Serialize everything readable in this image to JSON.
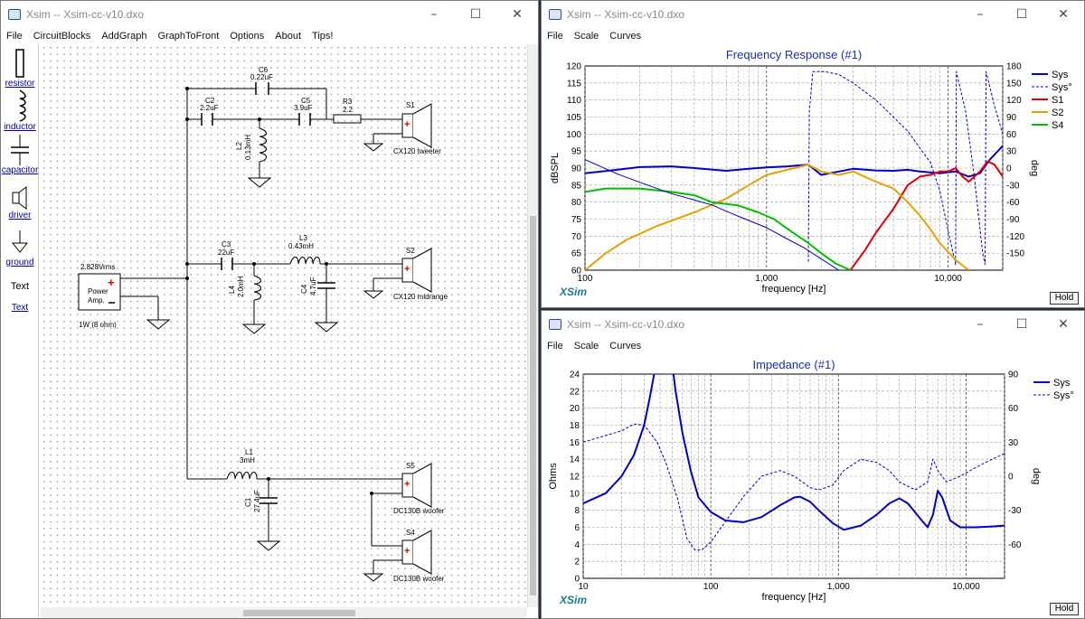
{
  "schematic_window": {
    "title": "Xsim -- Xsim-cc-v10.dxo",
    "menu": [
      "File",
      "CircuitBlocks",
      "AddGraph",
      "GraphToFront",
      "Options",
      "About",
      "Tips!"
    ],
    "palette": {
      "resistor": "resistor",
      "inductor": "inductor",
      "capacitor": "capacitor",
      "driver": "driver",
      "ground": "ground",
      "text_sample": "Text",
      "text": "Text"
    },
    "amp": {
      "voltage": "2.828Vrms",
      "name1": "Power",
      "name2": "Amp.",
      "load": "1W (8 ohm)"
    },
    "components": {
      "C6": "C6",
      "C6_val": "0.22uF",
      "C2": "C2",
      "C2_val": "2.2uF",
      "C5": "C5",
      "C5_val": "3.9uF",
      "R3": "R3",
      "R3_val": "2.2",
      "L2": "L2",
      "L2_val": "0.13mH",
      "C3": "C3",
      "C3_val": "22uF",
      "L3": "L3",
      "L3_val": "0.43mH",
      "L4": "L4",
      "L4_val": "2.0mH",
      "C4": "C4",
      "C4_val": "4.7uF",
      "L1": "L1",
      "L1_val": "3mH",
      "C1": "C1",
      "C1_val": "27.4uF"
    },
    "drivers": {
      "S1": "S1",
      "S1_name": "CX120 tweeter",
      "S2": "S2",
      "S2_name": "CX120 midrange",
      "S5": "S5",
      "S5_name": "DC130B woofer",
      "S4": "S4",
      "S4_name": "DC130B woofer"
    }
  },
  "freq_window": {
    "title": "Xsim -- Xsim-cc-v10.dxo",
    "menu": [
      "File",
      "Scale",
      "Curves"
    ],
    "hold": "Hold",
    "watermark": "XSim",
    "chart_data": {
      "type": "line",
      "title": "Frequency Response (#1)",
      "xlabel": "frequency [Hz]",
      "ylabel": "dBSPL",
      "y2label": "deg",
      "xscale": "log",
      "xlim": [
        100,
        20000
      ],
      "ylim": [
        60,
        120
      ],
      "y2lim": [
        -180,
        180
      ],
      "xticks": [
        {
          "v": 100,
          "label": "100"
        },
        {
          "v": 1000,
          "label": "1,000"
        },
        {
          "v": 10000,
          "label": "10,000"
        }
      ],
      "yticks": [
        "60",
        "65",
        "70",
        "75",
        "80",
        "85",
        "90",
        "95",
        "100",
        "105",
        "110",
        "115",
        "120"
      ],
      "y2ticks": [
        "-150",
        "-120",
        "-90",
        "-60",
        "-30",
        "0",
        "30",
        "60",
        "90",
        "120",
        "150",
        "180"
      ],
      "legend_position": "right",
      "series": [
        {
          "name": "Sys",
          "color": "#0000c8",
          "axis": "left",
          "style": "solid",
          "width": 2,
          "points": [
            [
              100,
              88.5
            ],
            [
              150,
              89.5
            ],
            [
              200,
              90.3
            ],
            [
              300,
              90.5
            ],
            [
              400,
              90
            ],
            [
              600,
              89.2
            ],
            [
              800,
              89.8
            ],
            [
              1000,
              90.2
            ],
            [
              1300,
              90.5
            ],
            [
              1700,
              91
            ],
            [
              2000,
              88
            ],
            [
              2500,
              89
            ],
            [
              3000,
              89.8
            ],
            [
              4000,
              89.3
            ],
            [
              5000,
              89.2
            ],
            [
              6000,
              89.5
            ],
            [
              7000,
              89
            ],
            [
              9000,
              88.5
            ],
            [
              11000,
              89
            ],
            [
              13000,
              87.5
            ],
            [
              15000,
              88.5
            ],
            [
              17000,
              92.5
            ],
            [
              20000,
              96.5
            ]
          ]
        },
        {
          "name": "Sys°",
          "color": "#0000c8",
          "axis": "right",
          "style": "dashed",
          "width": 1,
          "points": [
            [
              1700,
              -165
            ],
            [
              1720,
              100
            ],
            [
              1800,
              170
            ],
            [
              2100,
              170
            ],
            [
              2500,
              165
            ],
            [
              3000,
              150
            ],
            [
              4000,
              120
            ],
            [
              5000,
              90
            ],
            [
              6000,
              65
            ],
            [
              7000,
              35
            ],
            [
              8000,
              10
            ],
            [
              9000,
              -40
            ],
            [
              10000,
              -110
            ],
            [
              11000,
              -170
            ],
            [
              11100,
              170
            ],
            [
              12500,
              100
            ],
            [
              14000,
              -20
            ],
            [
              15500,
              -150
            ],
            [
              16000,
              -170
            ],
            [
              16200,
              170
            ],
            [
              18000,
              110
            ],
            [
              20000,
              60
            ]
          ]
        },
        {
          "name": "S1",
          "color": "#e00000",
          "axis": "left",
          "style": "solid",
          "width": 2,
          "points": [
            [
              2900,
              60
            ],
            [
              3500,
              66
            ],
            [
              4000,
              71
            ],
            [
              5000,
              78
            ],
            [
              6000,
              85
            ],
            [
              7000,
              87.5
            ],
            [
              8000,
              88
            ],
            [
              9000,
              89
            ],
            [
              10000,
              89
            ],
            [
              11000,
              90
            ],
            [
              12000,
              87.5
            ],
            [
              13000,
              86
            ],
            [
              15000,
              89
            ],
            [
              16500,
              92
            ],
            [
              18000,
              91
            ],
            [
              20000,
              87.5
            ]
          ]
        },
        {
          "name": "S2",
          "color": "#e8a000",
          "axis": "left",
          "style": "solid",
          "width": 2,
          "points": [
            [
              100,
              60
            ],
            [
              130,
              65
            ],
            [
              170,
              69
            ],
            [
              250,
              73
            ],
            [
              400,
              77
            ],
            [
              600,
              81
            ],
            [
              800,
              85
            ],
            [
              1000,
              88
            ],
            [
              1300,
              89.5
            ],
            [
              1700,
              91
            ],
            [
              2000,
              89
            ],
            [
              2500,
              88
            ],
            [
              3000,
              89
            ],
            [
              4000,
              86
            ],
            [
              5000,
              84
            ],
            [
              6000,
              80
            ],
            [
              7000,
              76
            ],
            [
              8000,
              72
            ],
            [
              9000,
              68
            ],
            [
              11000,
              63
            ],
            [
              13000,
              60
            ]
          ]
        },
        {
          "name": "S4",
          "color": "#00c000",
          "axis": "left",
          "style": "solid",
          "width": 2,
          "points": [
            [
              100,
              83
            ],
            [
              130,
              84
            ],
            [
              200,
              84
            ],
            [
              300,
              83
            ],
            [
              400,
              82
            ],
            [
              500,
              80
            ],
            [
              700,
              79
            ],
            [
              900,
              77
            ],
            [
              1100,
              75
            ],
            [
              1400,
              71
            ],
            [
              1700,
              68
            ],
            [
              2000,
              65
            ],
            [
              2400,
              62
            ],
            [
              2900,
              60
            ]
          ]
        },
        {
          "name": "",
          "color": "#0000c8",
          "axis": "right",
          "style": "solid",
          "width": 1,
          "points": [
            [
              100,
              15
            ],
            [
              150,
              -10
            ],
            [
              200,
              -25
            ],
            [
              300,
              -45
            ],
            [
              500,
              -65
            ],
            [
              700,
              -85
            ],
            [
              1000,
              -105
            ],
            [
              1300,
              -125
            ],
            [
              1600,
              -140
            ],
            [
              2000,
              -160
            ],
            [
              2500,
              -180
            ]
          ]
        }
      ]
    }
  },
  "imp_window": {
    "title": "Xsim -- Xsim-cc-v10.dxo",
    "menu": [
      "File",
      "Scale",
      "Curves"
    ],
    "hold": "Hold",
    "watermark": "XSim",
    "chart_data": {
      "type": "line",
      "title": "Impedance (#1)",
      "xlabel": "frequency [Hz]",
      "ylabel": "Ohms",
      "y2label": "deg",
      "xscale": "log",
      "xlim": [
        10,
        20000
      ],
      "ylim": [
        0,
        24
      ],
      "y2lim": [
        -90,
        90
      ],
      "xticks": [
        {
          "v": 10,
          "label": "10"
        },
        {
          "v": 100,
          "label": "100"
        },
        {
          "v": 1000,
          "label": "1,000"
        },
        {
          "v": 10000,
          "label": "10,000"
        }
      ],
      "yticks": [
        "0",
        "2",
        "4",
        "6",
        "8",
        "10",
        "12",
        "14",
        "16",
        "18",
        "20",
        "22",
        "24"
      ],
      "y2ticks": [
        "-60",
        "-30",
        "0",
        "30",
        "60",
        "90"
      ],
      "legend_position": "right",
      "series": [
        {
          "name": "Sys",
          "color": "#0000c8",
          "axis": "left",
          "style": "solid",
          "width": 2,
          "points": [
            [
              10,
              8.8
            ],
            [
              15,
              10
            ],
            [
              20,
              12
            ],
            [
              25,
              14.5
            ],
            [
              30,
              18
            ],
            [
              33,
              21
            ],
            [
              37,
              25
            ],
            [
              50,
              25
            ],
            [
              53,
              22
            ],
            [
              60,
              17
            ],
            [
              70,
              12.5
            ],
            [
              80,
              9.5
            ],
            [
              100,
              7.8
            ],
            [
              130,
              6.8
            ],
            [
              180,
              6.6
            ],
            [
              250,
              7.2
            ],
            [
              350,
              8.6
            ],
            [
              450,
              9.5
            ],
            [
              500,
              9.6
            ],
            [
              600,
              9
            ],
            [
              700,
              8
            ],
            [
              900,
              6.5
            ],
            [
              1100,
              5.7
            ],
            [
              1500,
              6.2
            ],
            [
              2000,
              7.5
            ],
            [
              2500,
              8.8
            ],
            [
              3000,
              9.4
            ],
            [
              3500,
              8.8
            ],
            [
              4500,
              6.8
            ],
            [
              5000,
              6
            ],
            [
              5500,
              7.5
            ],
            [
              6000,
              10.3
            ],
            [
              6500,
              9.5
            ],
            [
              7500,
              6.8
            ],
            [
              9000,
              6
            ],
            [
              12000,
              6
            ],
            [
              16000,
              6.1
            ],
            [
              20000,
              6.2
            ]
          ]
        },
        {
          "name": "Sys°",
          "color": "#0000c8",
          "axis": "right",
          "style": "dashed",
          "width": 1,
          "points": [
            [
              10,
              30
            ],
            [
              20,
              40
            ],
            [
              25,
              46
            ],
            [
              30,
              45
            ],
            [
              38,
              30
            ],
            [
              45,
              10
            ],
            [
              55,
              -20
            ],
            [
              65,
              -55
            ],
            [
              75,
              -65
            ],
            [
              85,
              -65
            ],
            [
              100,
              -58
            ],
            [
              130,
              -40
            ],
            [
              180,
              -18
            ],
            [
              250,
              0
            ],
            [
              350,
              5
            ],
            [
              450,
              0
            ],
            [
              600,
              -10
            ],
            [
              700,
              -12
            ],
            [
              900,
              -8
            ],
            [
              1100,
              5
            ],
            [
              1500,
              15
            ],
            [
              2000,
              12
            ],
            [
              2500,
              5
            ],
            [
              3000,
              -5
            ],
            [
              4000,
              -12
            ],
            [
              5000,
              -5
            ],
            [
              5500,
              15
            ],
            [
              6000,
              5
            ],
            [
              7000,
              -5
            ],
            [
              9000,
              0
            ],
            [
              12000,
              8
            ],
            [
              16000,
              15
            ],
            [
              20000,
              20
            ]
          ]
        }
      ]
    }
  }
}
